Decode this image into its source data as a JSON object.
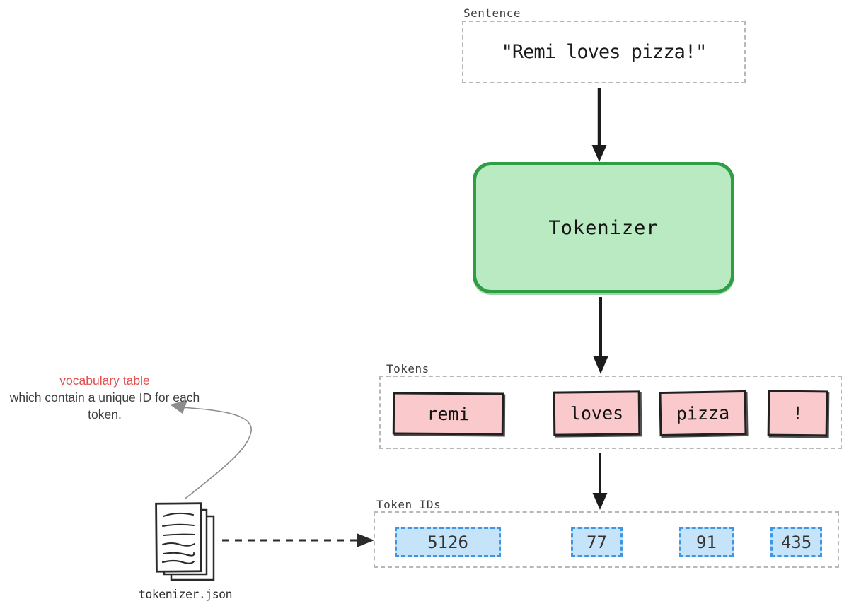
{
  "sentence": {
    "label": "Sentence",
    "text": "\"Remi loves pizza!\""
  },
  "tokenizer": {
    "label": "Tokenizer"
  },
  "tokens": {
    "label": "Tokens",
    "items": [
      "remi",
      "loves",
      "pizza",
      "!"
    ]
  },
  "token_ids": {
    "label": "Token IDs",
    "items": [
      "5126",
      "77",
      "91",
      "435"
    ]
  },
  "annotation": {
    "highlight": "vocabulary table",
    "body_line1": "which contain a unique ID for each",
    "body_line2": "token."
  },
  "file_label": "tokenizer.json",
  "icons": {
    "document_stack_icon": "stacked-pages-with-text-lines"
  },
  "colors": {
    "green_fill": "#baeac1",
    "green_border": "#2e9e44",
    "pink_fill": "#fac9cb",
    "pink_border": "#202020",
    "blue_fill": "#c6e4f9",
    "blue_border": "#3f96e4",
    "highlight_red": "#e34f4f",
    "arrow_black": "#1c1c1c",
    "dashed_gray": "#b8b8b8",
    "curve_gray": "#8c8c8c"
  }
}
